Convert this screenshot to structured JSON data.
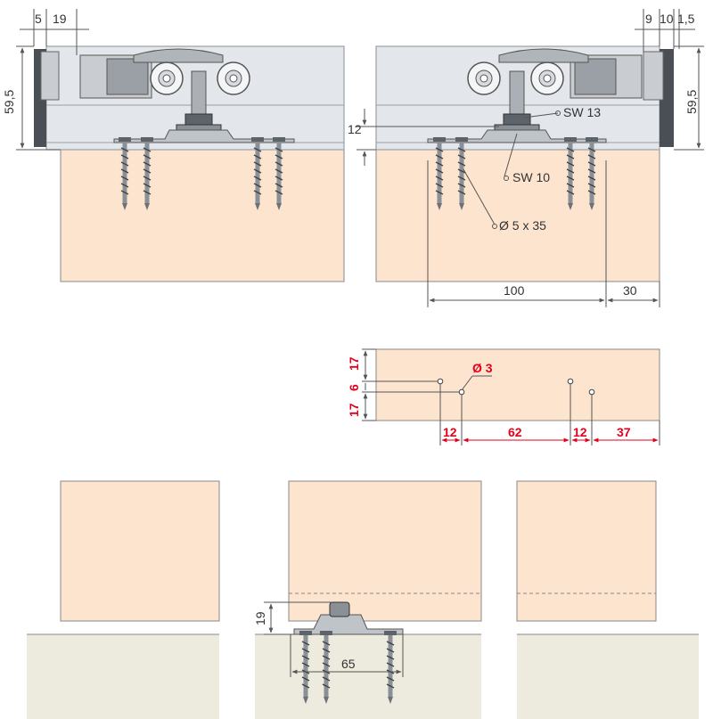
{
  "colors": {
    "wood": "#fde4cf",
    "track": "#e3e6ea",
    "track_line": "#9aa0a6",
    "floor": "#ecebdd",
    "dim_line": "#555555",
    "red_dim": "#e3001b",
    "metal_dark": "#5d636a",
    "metal_light": "#bfc4c9"
  },
  "top_left": {
    "dim_5": "5",
    "dim_19": "19",
    "dim_height": "59,5"
  },
  "top_right": {
    "dim_9": "9",
    "dim_10": "10",
    "dim_15": "1,5",
    "dim_height": "59,5",
    "dim_12": "12",
    "sw13": "SW 13",
    "sw10": "SW 10",
    "screw": "Ø 5 x 35",
    "dim_100": "100",
    "dim_30": "30"
  },
  "drill": {
    "v17a": "17",
    "v6": "6",
    "v17b": "17",
    "hole": "Ø 3",
    "h12a": "12",
    "h62": "62",
    "h12b": "12",
    "h37": "37"
  },
  "bottom": {
    "dim_19": "19",
    "dim_65": "65"
  }
}
